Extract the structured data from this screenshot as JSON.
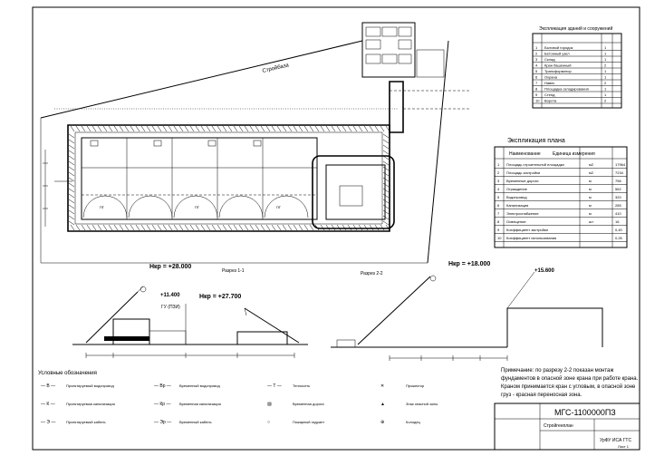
{
  "site_plan": {
    "street_label": "Стройбаза",
    "sheet_rows": [
      "ПГ",
      "ПГ",
      "ПГ"
    ]
  },
  "legend_table": {
    "title": "Экспликация зданий и сооружений",
    "rows": [
      {
        "num": "1",
        "name": "Бытовой городок",
        "qty": "1"
      },
      {
        "num": "2",
        "name": "Бетонный узел",
        "qty": "1"
      },
      {
        "num": "3",
        "name": "Склад",
        "qty": "1"
      },
      {
        "num": "4",
        "name": "Кран башенный",
        "qty": "2"
      },
      {
        "num": "5",
        "name": "Трансформатор",
        "qty": "1"
      },
      {
        "num": "6",
        "name": "Охрана",
        "qty": "1"
      },
      {
        "num": "7",
        "name": "Навес",
        "qty": "2"
      },
      {
        "num": "8",
        "name": "Площадка складирования",
        "qty": "1"
      },
      {
        "num": "9",
        "name": "Стенд",
        "qty": "1"
      },
      {
        "num": "10",
        "name": "Ворота",
        "qty": "2"
      }
    ]
  },
  "quantities_table": {
    "title": "Экспликация плана",
    "col1": "Наименование",
    "col2": "Единица измерения",
    "rows": [
      {
        "num": "1",
        "name": "Площадь строительной площадки",
        "unit": "м2",
        "value": "17964"
      },
      {
        "num": "2",
        "name": "Площадь застройки",
        "unit": "м2",
        "value": "7234"
      },
      {
        "num": "3",
        "name": "Временные дороги",
        "unit": "м",
        "value": "756"
      },
      {
        "num": "4",
        "name": "Ограждение",
        "unit": "м",
        "value": "562"
      },
      {
        "num": "5",
        "name": "Водопровод",
        "unit": "м",
        "value": "320"
      },
      {
        "num": "6",
        "name": "Канализация",
        "unit": "м",
        "value": "285"
      },
      {
        "num": "7",
        "name": "Электроснабжение",
        "unit": "м",
        "value": "410"
      },
      {
        "num": "8",
        "name": "Освещение",
        "unit": "шт",
        "value": "16"
      },
      {
        "num": "9",
        "name": "Коэффициент застройки",
        "unit": "",
        "value": "0,40"
      },
      {
        "num": "10",
        "name": "Коэффициент использования",
        "unit": "",
        "value": "0,26"
      }
    ]
  },
  "sections": {
    "section1": {
      "title": "Разрез 1-1",
      "hook_height": "Hкр = +28.000",
      "top_elevation": "+11.400",
      "mid_height": "Hкр = +27.700",
      "tag": "ГУ (ПЗИ)"
    },
    "section2": {
      "title": "Разрез 2-2",
      "hook_height": "Hкр = +18.000",
      "top_elevation": "+15.600"
    }
  },
  "legend": {
    "title": "Условные обозначения",
    "items": [
      {
        "code": "— В —",
        "label": "Проектируемый водопровод"
      },
      {
        "code": "— К —",
        "label": "Проектируемая канализация"
      },
      {
        "code": "— Э —",
        "label": "Проектируемый кабель"
      },
      {
        "code": "— Вр —",
        "label": "Временный водопровод"
      },
      {
        "code": "— Кр —",
        "label": "Временная канализация"
      },
      {
        "code": "— Эр —",
        "label": "Временный кабель"
      },
      {
        "code": "— Т —",
        "label": "Теплосеть"
      },
      {
        "code": "▨",
        "label": "Временная дорога"
      },
      {
        "code": "○",
        "label": "Пожарный гидрант"
      },
      {
        "code": "✕",
        "label": "Прожектор"
      },
      {
        "code": "▲",
        "label": "Знак опасной зоны"
      },
      {
        "code": "⊕",
        "label": "Колодец"
      }
    ]
  },
  "note": {
    "lines": [
      "Примечание: по разрезу 2-2 показан монтаж",
      "фундаментов в опасной зоне крана при работе крана.",
      "Краном принимается кран с угловым, в опасной зоне",
      "груз - красная переносная зона."
    ]
  },
  "stamp": {
    "code": "МГС-1100000ПЗ",
    "title": "Стройгенплан",
    "org": "УрФУ ИСА ГТС",
    "sheet": "Лист 1"
  }
}
